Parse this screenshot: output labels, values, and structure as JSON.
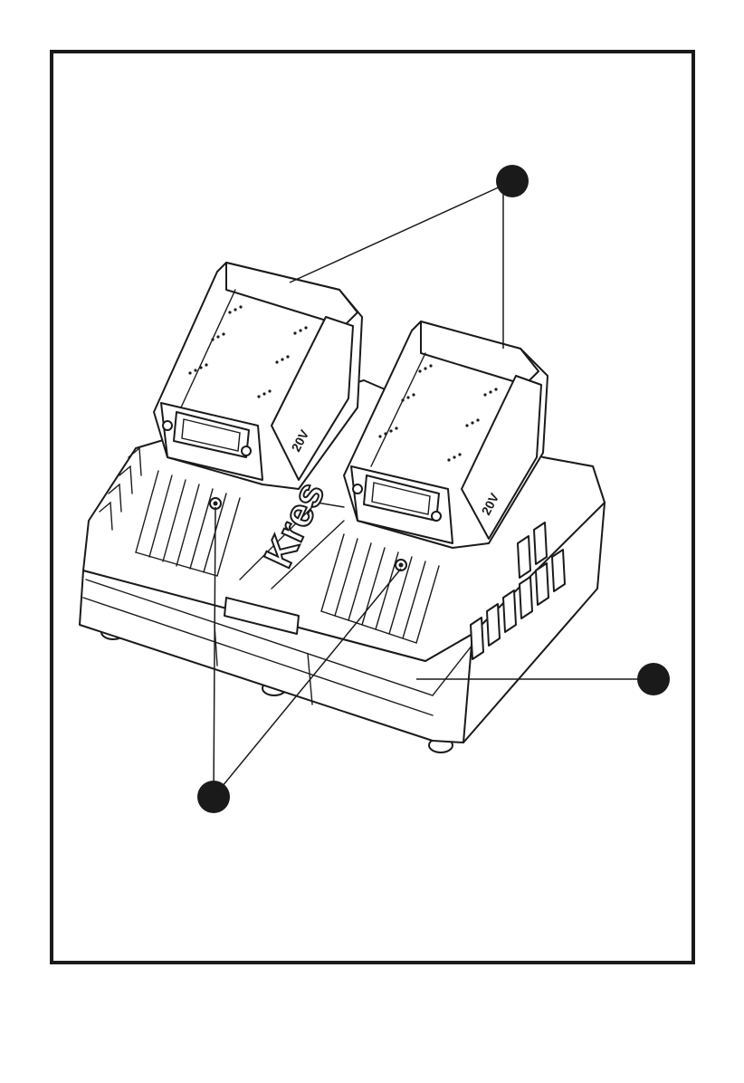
{
  "figure": {
    "brand_lettering": "Kres",
    "battery_label": "20V",
    "callouts": [
      {
        "id": "callout-battery-packs",
        "label": ""
      },
      {
        "id": "callout-charger-body",
        "label": ""
      },
      {
        "id": "callout-led-indicators",
        "label": ""
      }
    ]
  }
}
